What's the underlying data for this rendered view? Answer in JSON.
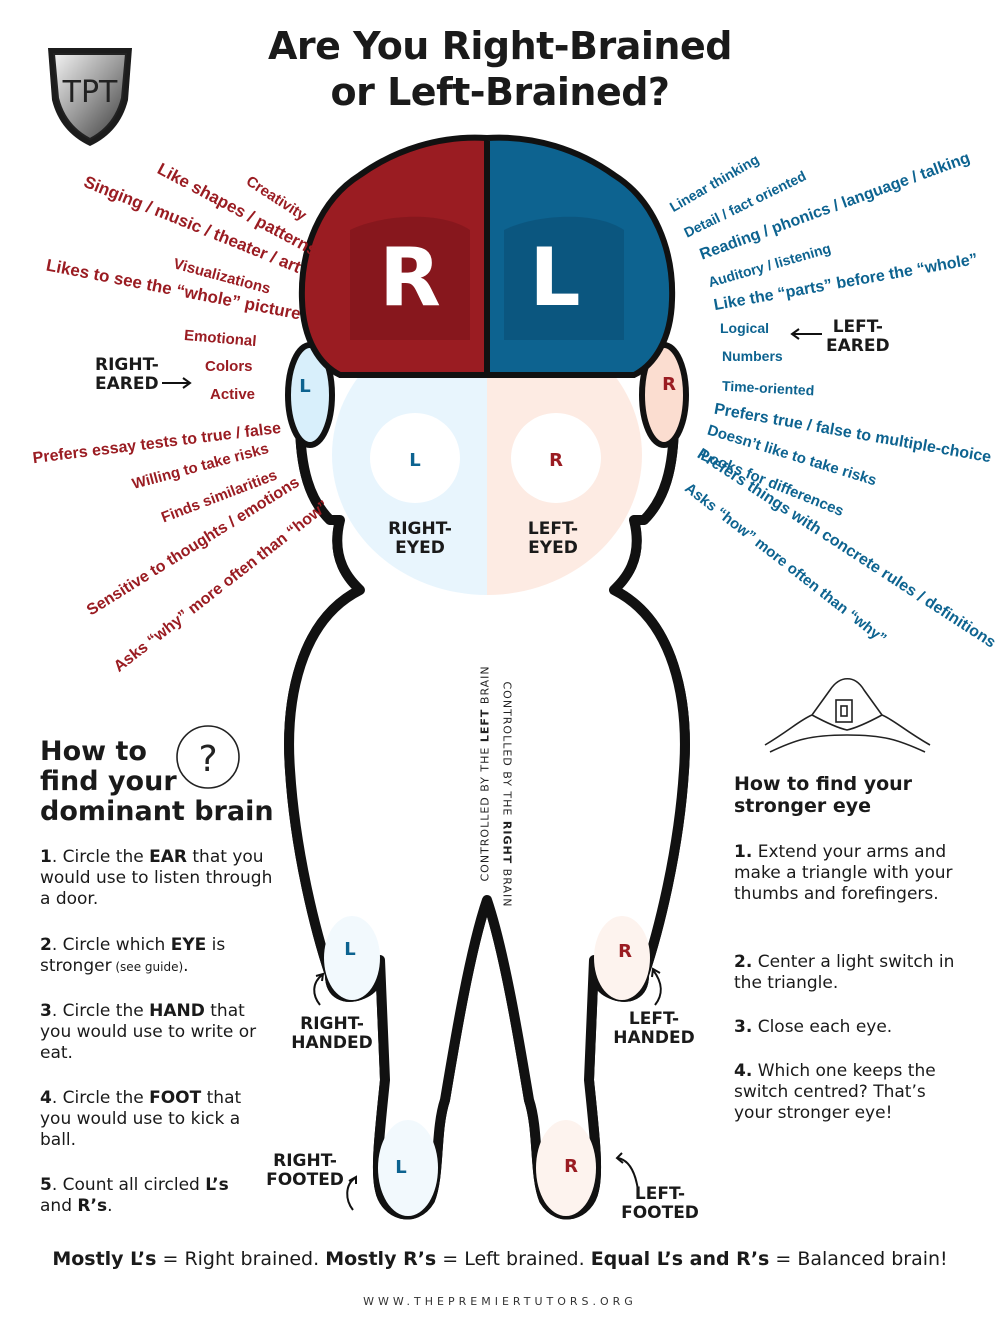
{
  "logo": {
    "letters": "TPT"
  },
  "title": {
    "line1": "Are You Right-Brained",
    "line2": "or Left-Brained?"
  },
  "brain": {
    "left_letter": "R",
    "right_letter": "L"
  },
  "right_brain_traits": [
    "Creativity",
    "Like shapes / patterns",
    "Singing / music / theater / art",
    "Visualizations",
    "Likes to see the “whole” picture",
    "Emotional",
    "Colors",
    "Active",
    "Prefers essay tests to true / false",
    "Willing to take risks",
    "Finds similarities",
    "Sensitive to thoughts / emotions",
    "Asks “why” more often than “how”"
  ],
  "left_brain_traits": [
    "Linear thinking",
    "Detail / fact oriented",
    "Reading / phonics / language / talking",
    "Auditory / listening",
    "Like the “parts” before the “whole”",
    "Logical",
    "Numbers",
    "Time-oriented",
    "Prefers true / false to multiple-choice",
    "Doesn’t like to take risks",
    "Looks for differences",
    "Prefers things with concrete rules / definitions",
    "Asks “how” more often than “why”"
  ],
  "body_labels": {
    "right_eared": {
      "line1": "RIGHT-",
      "line2": "EARED"
    },
    "left_eared": {
      "line1": "LEFT-",
      "line2": "EARED"
    },
    "right_eyed": {
      "line1": "RIGHT-",
      "line2": "EYED"
    },
    "left_eyed": {
      "line1": "LEFT-",
      "line2": "EYED"
    },
    "right_handed": {
      "line1": "RIGHT-",
      "line2": "HANDED"
    },
    "left_handed": {
      "line1": "LEFT-",
      "line2": "HANDED"
    },
    "right_footed": {
      "line1": "RIGHT-",
      "line2": "FOOTED"
    },
    "left_footed": {
      "line1": "LEFT-",
      "line2": "FOOTED"
    }
  },
  "markers": {
    "ear_left": "L",
    "ear_right": "R",
    "eye_left": "L",
    "eye_right": "R",
    "hand_left": "L",
    "hand_right": "R",
    "foot_left": "L",
    "foot_right": "R"
  },
  "controlled": {
    "left": {
      "prefix": "CONTROLLED BY THE ",
      "bold": "LEFT",
      "suffix": " BRAIN"
    },
    "right": {
      "prefix": "CONTROLLED BY THE ",
      "bold": "RIGHT",
      "suffix": " BRAIN"
    }
  },
  "dominant_brain": {
    "heading": [
      "How to",
      "find your",
      "dominant brain"
    ],
    "question_mark": "?",
    "steps": [
      {
        "num": "1",
        "pre": ". Circle the ",
        "bold": "EAR",
        "post": " that you would use to listen through a door."
      },
      {
        "num": "2",
        "pre": ". Circle which ",
        "bold": "EYE",
        "post": " is stronger",
        "note": " (see guide)",
        "end": "."
      },
      {
        "num": "3",
        "pre": ". Circle the ",
        "bold": "HAND",
        "post": " that you would use to write or eat."
      },
      {
        "num": "4",
        "pre": ". Circle the ",
        "bold": "FOOT",
        "post": " that you would use to kick a ball."
      },
      {
        "num": "5",
        "pre": ". Count all circled ",
        "bold": "L’s",
        "mid": " and ",
        "bold2": "R’s",
        "post": "."
      }
    ]
  },
  "stronger_eye": {
    "heading": [
      "How to find your",
      "stronger eye"
    ],
    "steps": [
      {
        "num": "1.",
        "text": "Extend your arms and make a triangle with your thumbs and forefingers."
      },
      {
        "num": "2.",
        "text": "Center a light switch in the triangle."
      },
      {
        "num": "3.",
        "text": "Close each eye."
      },
      {
        "num": "4.",
        "text": "Which one keeps the switch centred? That’s your stronger eye!"
      }
    ]
  },
  "summary": {
    "a_bold": "Mostly L’s",
    "a_text": " = Right brained. ",
    "b_bold": "Mostly R’s",
    "b_text": " = Left brained. ",
    "c_bold": "Equal L’s and R’s",
    "c_text": " = Balanced brain!"
  },
  "website": "WWW.THEPREMIERTUTORS.ORG",
  "colors": {
    "red": "#9a1c22",
    "blue": "#0d6390",
    "skin_left": "#c6e6f8",
    "skin_right": "#f7cdb9"
  }
}
